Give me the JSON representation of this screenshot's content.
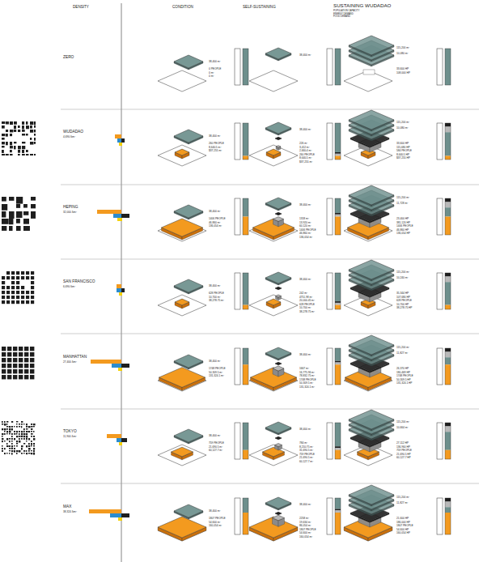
{
  "diagram": {
    "labels": [
      "DENSITY",
      "CONDITION",
      "SELF-SUSTAINING",
      "SUSTAINING WUDADAO",
      "POPULATION CAPACITY",
      "ENERGY DEMAND",
      "FOOD DEMAND",
      "ZERO",
      "38,400 m²",
      "0 PEOPLE",
      "0 m²",
      "0 m²",
      "38,400 m²",
      "115,200 m²",
      "10,080 m²",
      "33,600 HP",
      "108,000 HP",
      "WUDADAO",
      "4,690 /km²",
      "38,400 m²",
      "260 PEOPLE",
      "8,640.5 m²",
      "$37,255 m²",
      "38,400 m²",
      "226 m²",
      "3,412 m²",
      "2,660.4 m²",
      "260 PEOPLE",
      "8,640.5 m²",
      "$37,255 m²",
      "115,200 m²",
      "10,080 m²",
      "33,600 HP",
      "115,680 HP",
      "584 PEOPLE",
      "8,640.5 HP",
      "$37,255 HP",
      "HEPING",
      "32,000 /km²",
      "38,400 m²",
      "1406 PEOPLE",
      "46,860 m²",
      "136,054 m²",
      "38,400 m²",
      "1318 m²",
      "13,920 m²",
      "60,120 m²",
      "1406 PEOPLE",
      "46,860 m²",
      "136,054 m²",
      "115,200 m²",
      "11,728 m²",
      "23,400 HP",
      "381,120 HP",
      "1406 PEOPLE",
      "46,860 HP",
      "136,054 HP",
      "SAN FRANCISCO",
      "6,690 /km²",
      "38,400 m²",
      "628 PEOPLE",
      "10,700 m²",
      "38,278.75 m²",
      "38,400 m²",
      "242 m²",
      "4751.98 m²",
      "20,000.45 m²",
      "628 PEOPLE",
      "10,700 m²",
      "38,278.75 m²",
      "115,200 m²",
      "10,240 m²",
      "35,344 HP",
      "107,680 HP",
      "628 PEOPLE",
      "10,700 HP",
      "38,278.75 HP",
      "MANHATTAN",
      "27,400 /km²",
      "38,400 m²",
      "1748 PEOPLE",
      "50,309.5 m²",
      "131,324.1 m²",
      "38,400 m²",
      "1667 m²",
      "16,775.96 m²",
      "78,832.75 m²",
      "1748 PEOPLE",
      "50,309.5 m²",
      "131,324.1 m²",
      "115,200 m²",
      "11,827 m²",
      "26,370 HP",
      "180,469 HP",
      "1748 PEOPLE",
      "50,309.5 HP",
      "131,324.1 HP",
      "TOKYO",
      "11,900 /km²",
      "38,400 m²",
      "759 PEOPLE",
      "21,690.5 m²",
      "60,127.7 m²",
      "38,400 m²",
      "784 m²",
      "8,210.75 m²",
      "31,690.5 m²",
      "759 PEOPLE",
      "21,690.5 m²",
      "60,127.7 m²",
      "115,200 m²",
      "10,664 m²",
      "27,112 HP",
      "136,960 HP",
      "759 PEOPLE",
      "21,690.5 HP",
      "60,127.7 HP",
      "MAX",
      "38,324 /km²",
      "38,400 m²",
      "1807 PEOPLE",
      "54,600 m²",
      "160,054 m²",
      "38,400 m²",
      "2258 m²",
      "19,634 m²",
      "86,054 m²",
      "1807 PEOPLE",
      "54,600 m²",
      "160,054 m²",
      "115,200 m²",
      "11,827 m²",
      "21,600 HP",
      "186,000 HP",
      "1807 PEOPLE",
      "54,600 HP",
      "160,054 HP"
    ]
  }
}
